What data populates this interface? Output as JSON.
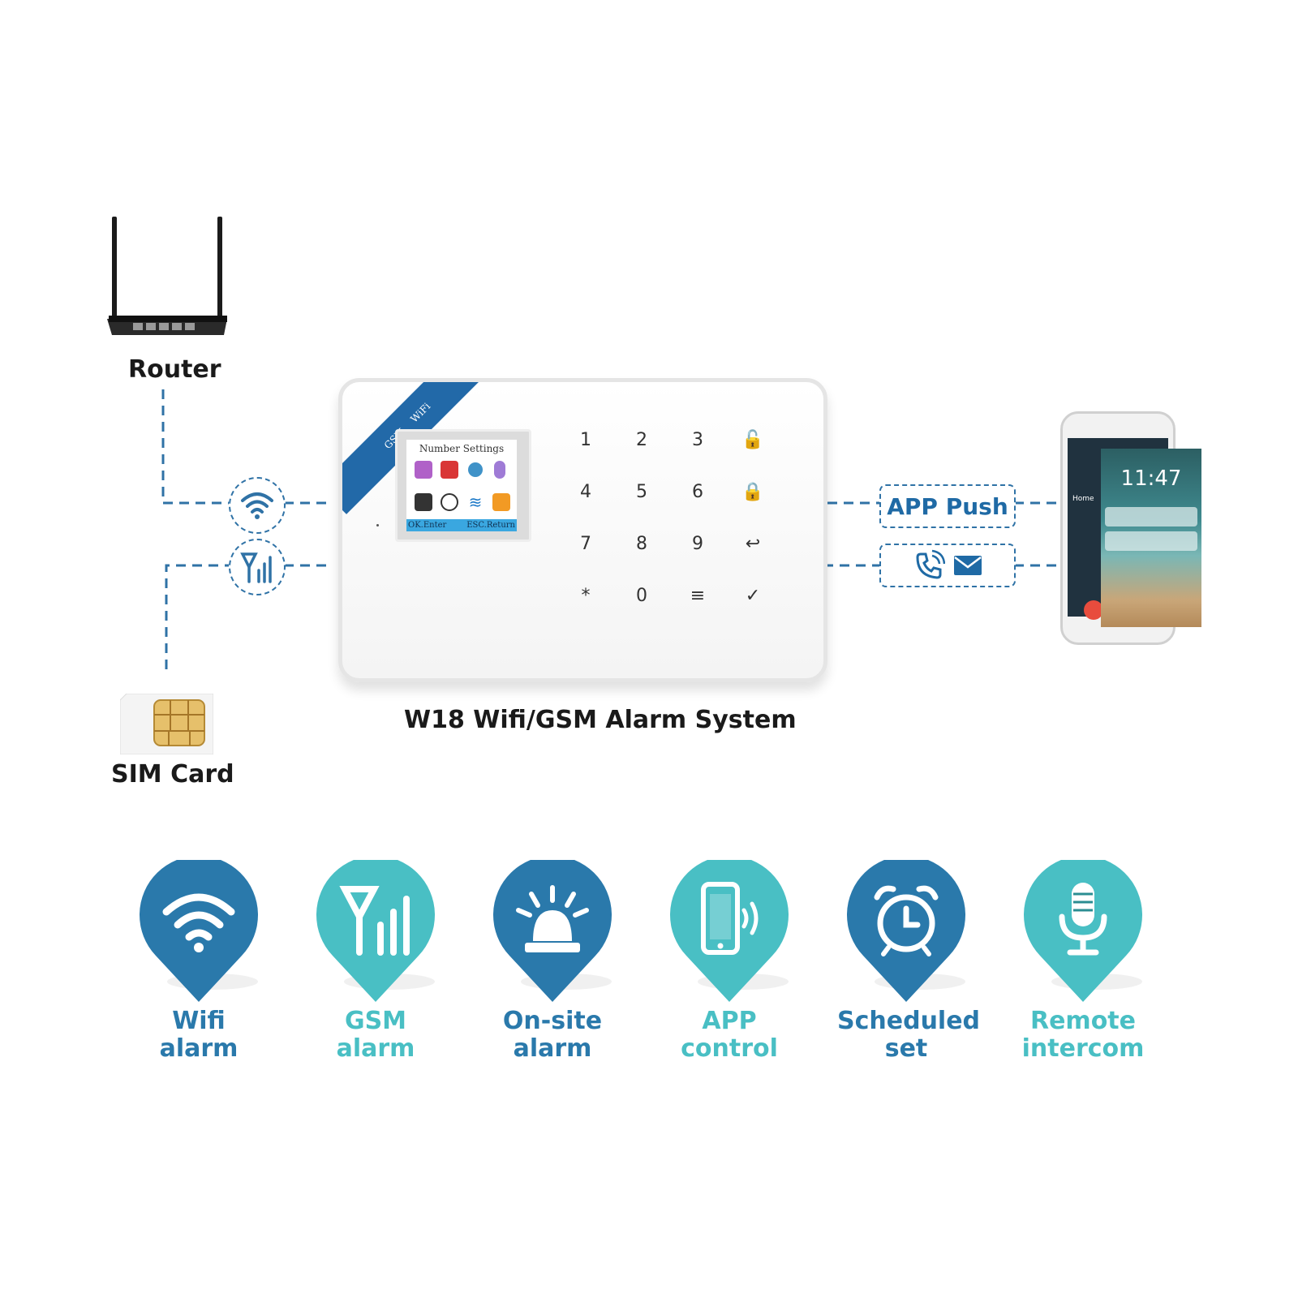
{
  "router": {
    "label": "Router"
  },
  "sim": {
    "label": "SIM Card"
  },
  "panel": {
    "title": "W18 Wifi/GSM Alarm System",
    "ribbon_gsm": "GSM",
    "ribbon_wifi": "WiFi",
    "screen_title": "Number Settings",
    "screen_ok": "OK.Enter",
    "screen_esc": "ESC.Return",
    "keys": [
      "1",
      "2",
      "3",
      "🔓",
      "4",
      "5",
      "6",
      "🔒",
      "7",
      "8",
      "9",
      "↩",
      "*",
      "0",
      "≡",
      "✓"
    ]
  },
  "right": {
    "app_push": "APP Push"
  },
  "phone": {
    "clock": "11:47",
    "home_text": "Home"
  },
  "colors": {
    "dark_blue": "#2a79ab",
    "teal": "#49bfc4",
    "line": "#2f72a6"
  },
  "features": [
    {
      "line1": "Wifi",
      "line2": "alarm",
      "icon": "wifi-icon",
      "color": "#2a79ab"
    },
    {
      "line1": "GSM",
      "line2": "alarm",
      "icon": "signal-antenna-icon",
      "color": "#49bfc4"
    },
    {
      "line1": "On-site",
      "line2": "alarm",
      "icon": "siren-icon",
      "color": "#2a79ab"
    },
    {
      "line1": "APP",
      "line2": "control",
      "icon": "smartphone-icon",
      "color": "#49bfc4"
    },
    {
      "line1": "Scheduled",
      "line2": "set",
      "icon": "alarm-clock-icon",
      "color": "#2a79ab"
    },
    {
      "line1": "Remote",
      "line2": "intercom",
      "icon": "microphone-icon",
      "color": "#49bfc4"
    }
  ]
}
